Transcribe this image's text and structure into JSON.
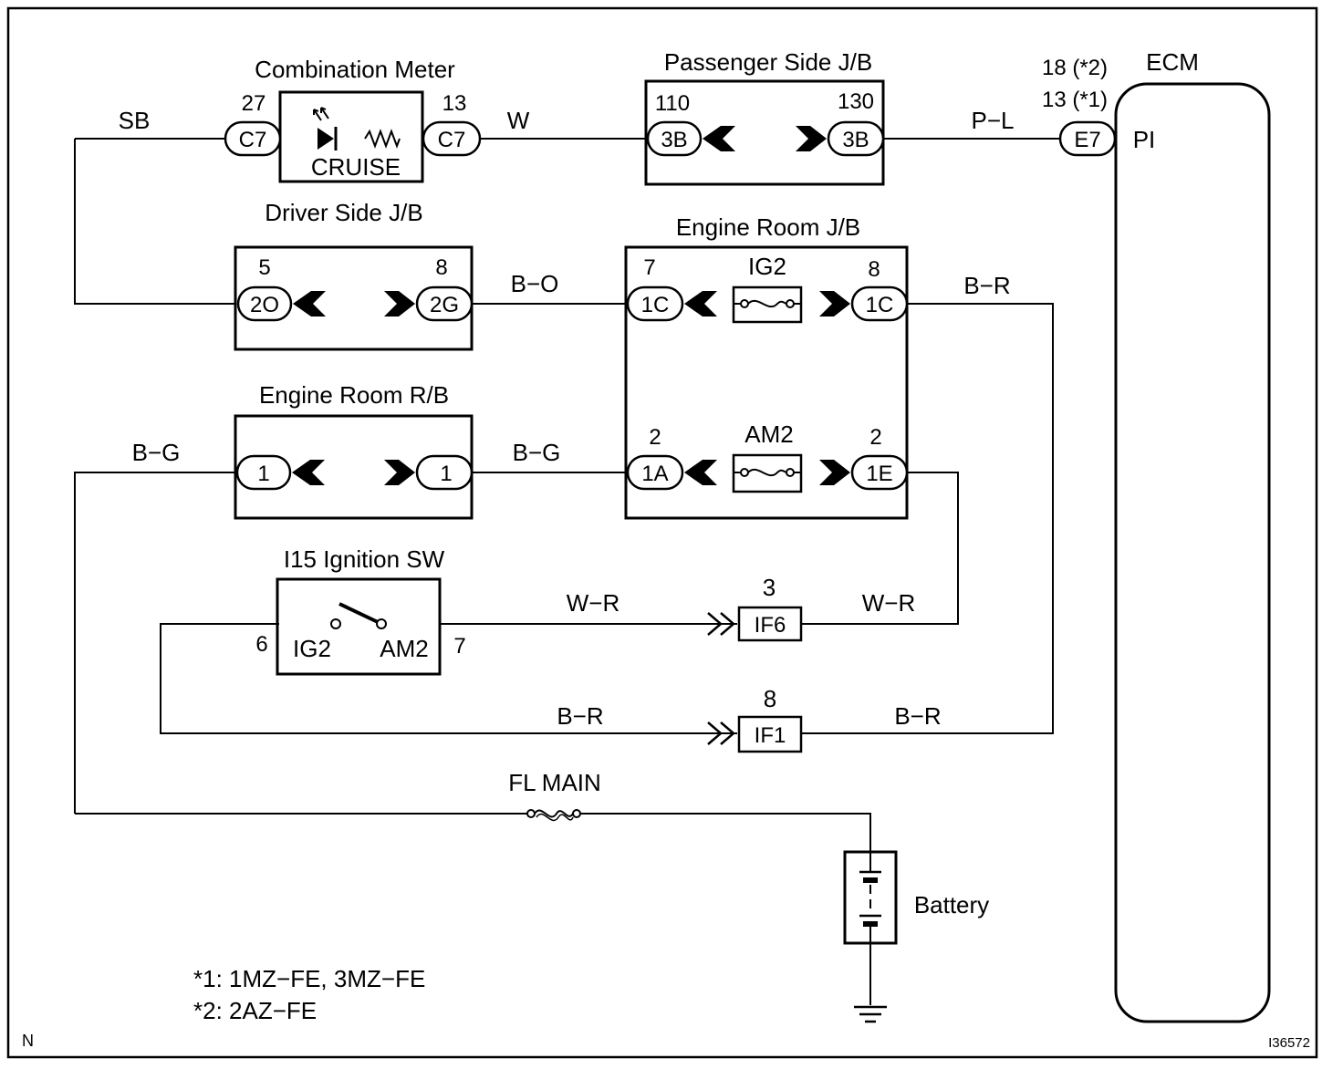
{
  "components": {
    "combination_meter": {
      "title": "Combination Meter",
      "inner_label": "CRUISE"
    },
    "passenger_jb": {
      "title": "Passenger Side J/B"
    },
    "ecm": {
      "title": "ECM",
      "pin_label": "PI"
    },
    "driver_jb": {
      "title": "Driver Side J/B"
    },
    "engine_room_jb": {
      "title": "Engine Room J/B",
      "fuse_ig2": "IG2",
      "fuse_am2": "AM2"
    },
    "engine_room_rb": {
      "title": "Engine Room R/B"
    },
    "ignition_sw": {
      "title": "I15 Ignition SW",
      "term_ig2": "IG2",
      "term_am2": "AM2"
    },
    "fl_main": {
      "title": "FL MAIN"
    },
    "battery": {
      "title": "Battery"
    }
  },
  "connectors": {
    "meter_left": {
      "name": "C7",
      "pin": "27"
    },
    "meter_right": {
      "name": "C7",
      "pin": "13"
    },
    "pjb_left": {
      "name": "3B",
      "pin": "110"
    },
    "pjb_right": {
      "name": "3B",
      "pin": "130"
    },
    "ecm_in": {
      "name": "E7",
      "pin_line1": "18 (*2)",
      "pin_line2": "13 (*1)"
    },
    "djb_left": {
      "name": "2O",
      "pin": "5"
    },
    "djb_right": {
      "name": "2G",
      "pin": "8"
    },
    "erjb_ig2_left": {
      "name": "1C",
      "pin": "7"
    },
    "erjb_ig2_right": {
      "name": "1C",
      "pin": "8"
    },
    "erjb_am2_left": {
      "name": "1A",
      "pin": "2"
    },
    "erjb_am2_right": {
      "name": "1E",
      "pin": "2"
    },
    "errb_left": {
      "name": "1"
    },
    "errb_right": {
      "name": "1"
    },
    "if6": {
      "name": "IF6",
      "pin": "3"
    },
    "if1": {
      "name": "IF1",
      "pin": "8"
    },
    "ign_left_pin": "6",
    "ign_right_pin": "7"
  },
  "wire_colors": {
    "sb": "SB",
    "w": "W",
    "pl": "P−L",
    "bo": "B−O",
    "br_top": "B−R",
    "bg_left": "B−G",
    "bg_mid": "B−G",
    "wr_left": "W−R",
    "wr_right": "W−R",
    "br_left": "B−R",
    "br_right": "B−R"
  },
  "notes": {
    "note1": "*1: 1MZ−FE, 3MZ−FE",
    "note2": "*2: 2AZ−FE"
  },
  "corner_marks": {
    "left": "N",
    "right": "I36572"
  }
}
